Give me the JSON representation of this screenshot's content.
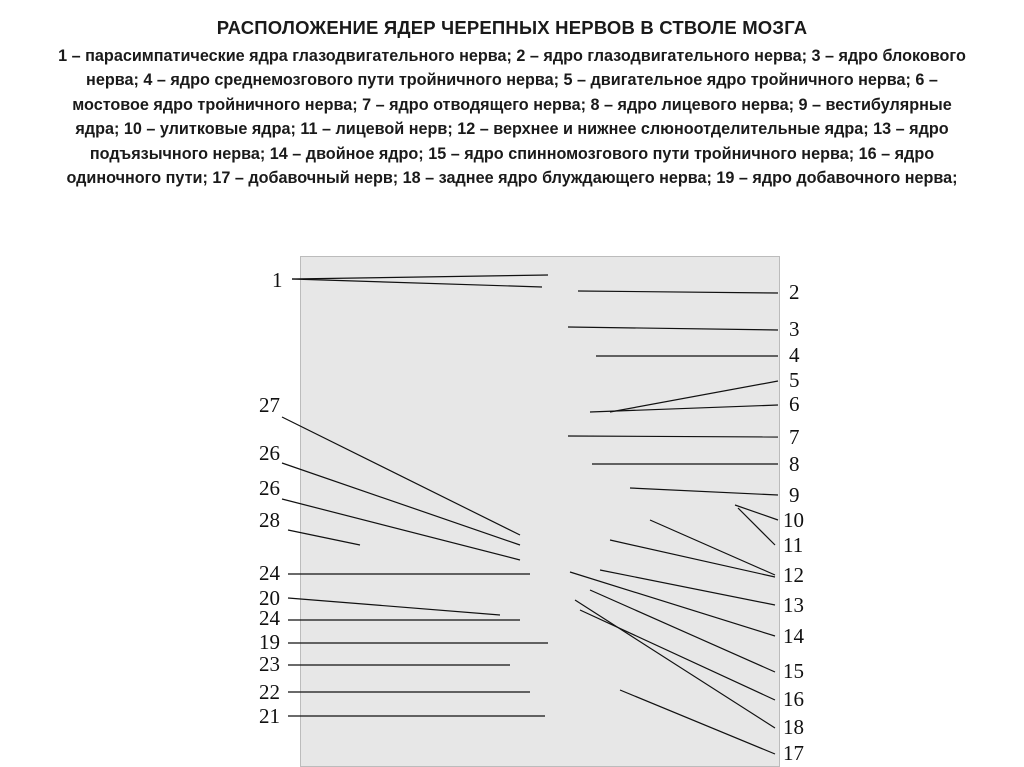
{
  "title": "РАСПОЛОЖЕНИЕ ЯДЕР ЧЕРЕПНЫХ НЕРВОВ В СТВОЛЕ МОЗГА",
  "caption": "1 – парасимпатические ядра глазодвигательного нерва; 2 – ядро глазодвигательного нерва; 3 – ядро блокового нерва; 4 – ядро среднемозгового пути тройничного нерва; 5 – двигательное ядро тройничного нерва; 6 – мостовое ядро тройничного нерва; 7 – ядро отводящего нерва; 8 – ядро лицевого нерва; 9 – вестибулярные ядра; 10 – улитковые ядра; 11 – лицевой нерв; 12 – верхнее и нижнее слюноотделительные ядра; 13 – ядро подъязычного нерва; 14 – двойное ядро; 15 – ядро спинномозгового пути тройничного нерва; 16 – ядро одиночного пути; 17 – добавочный нерв; 18 – заднее ядро блуждающего нерва; 19 – ядро добавочного нерва;",
  "figure_labels": {
    "left": [
      "1",
      "27",
      "26",
      "26",
      "28",
      "24",
      "20",
      "24",
      "19",
      "23",
      "22",
      "21"
    ],
    "right": [
      "2",
      "3",
      "4",
      "5",
      "6",
      "7",
      "8",
      "9",
      "10",
      "11",
      "12",
      "13",
      "14",
      "15",
      "16",
      "18",
      "17"
    ]
  }
}
